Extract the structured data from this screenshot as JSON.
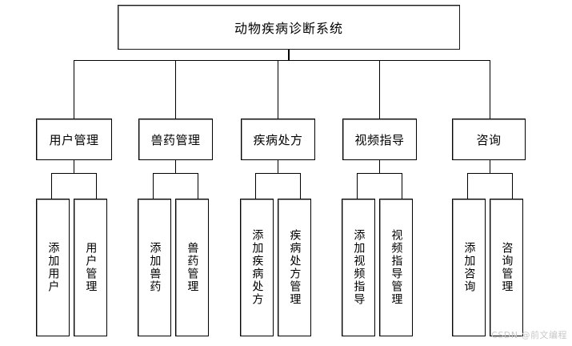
{
  "diagram": {
    "type": "tree",
    "title": "动物疾病诊断系统",
    "root": {
      "label": "动物疾病诊断系统"
    },
    "branches": [
      {
        "label": "用户管理",
        "children": [
          {
            "label": "添加用户"
          },
          {
            "label": "用户管理"
          }
        ]
      },
      {
        "label": "兽药管理",
        "children": [
          {
            "label": "添加兽药"
          },
          {
            "label": "兽药管理"
          }
        ]
      },
      {
        "label": "疾病处方",
        "children": [
          {
            "label": "添加疾病处方"
          },
          {
            "label": "疾病处方管理"
          }
        ]
      },
      {
        "label": "视频指导",
        "children": [
          {
            "label": "添加视频指导"
          },
          {
            "label": "视频指导管理"
          }
        ]
      },
      {
        "label": "咨询",
        "children": [
          {
            "label": "添加咨询"
          },
          {
            "label": "咨询管理"
          }
        ]
      }
    ]
  },
  "watermark": {
    "text": "CSDN @前文编程"
  },
  "colors": {
    "background": "#ffffff",
    "line": "#000000",
    "box_border": "#000000",
    "box_shadow": "#9a9a9a",
    "text": "#000000",
    "watermark": "#c9c9c9"
  }
}
